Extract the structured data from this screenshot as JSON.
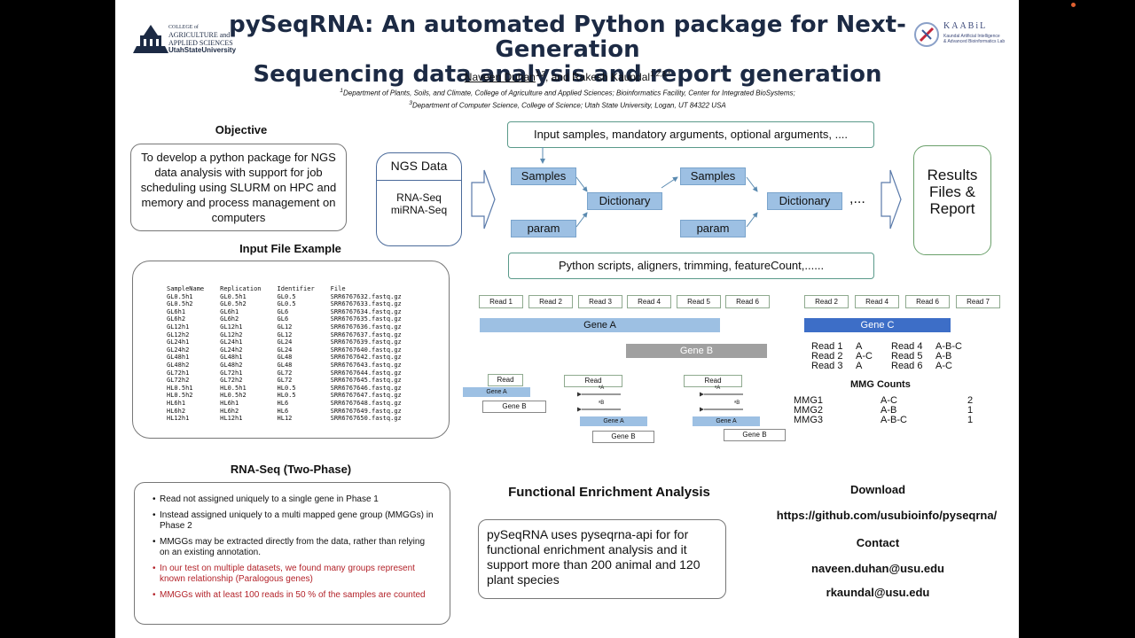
{
  "header": {
    "title_line1": "pySeqRNA: An automated Python package for Next-Generation",
    "title_line2": "Sequencing data analysis and report generation",
    "author1": "Naveen Duhan",
    "author1_sup": "1,2",
    "author_sep": ",  and Rakesh Kaundal",
    "author2_sup": "1,2,3,*",
    "affil_line1": "Department of Plants, Soils, and Climate, College of Agriculture and Applied Sciences; Bioinformatics Facility, Center for Integrated BioSystems;",
    "affil_line2": "Department of Computer Science, College of Science; Utah State University, Logan, UT 84322 USA",
    "logo_left_line1": "COLLEGE of",
    "logo_left_line2": "AGRICULTURE and",
    "logo_left_line3": "APPLIED SCIENCES",
    "logo_left_line4": "UtahStateUniversity",
    "logo_right_name": "KAABiL",
    "logo_right_sub1": "Kaundal Artificial Intelligence",
    "logo_right_sub2": "& Advanced Bioinformatics Lab"
  },
  "objective": {
    "heading": "Objective",
    "text": "To develop a python package for NGS data analysis with support for job scheduling using SLURM on HPC and memory and process management on computers"
  },
  "input_example": {
    "heading": "Input File Example",
    "columns": [
      "SampleName",
      "Replication",
      "Identifier",
      "File"
    ],
    "rows": [
      [
        "GL0.5h1",
        "GL0.5h1",
        "GL0.5",
        "SRR6767632.fastq.gz"
      ],
      [
        "GL0.5h2",
        "GL0.5h2",
        "GL0.5",
        "SRR6767633.fastq.gz"
      ],
      [
        "GL6h1",
        "GL6h1",
        "GL6",
        "SRR6767634.fastq.gz"
      ],
      [
        "GL6h2",
        "GL6h2",
        "GL6",
        "SRR6767635.fastq.gz"
      ],
      [
        "GL12h1",
        "GL12h1",
        "GL12",
        "SRR6767636.fastq.gz"
      ],
      [
        "GL12h2",
        "GL12h2",
        "GL12",
        "SRR6767637.fastq.gz"
      ],
      [
        "GL24h1",
        "GL24h1",
        "GL24",
        "SRR6767639.fastq.gz"
      ],
      [
        "GL24h2",
        "GL24h2",
        "GL24",
        "SRR6767640.fastq.gz"
      ],
      [
        "GL48h1",
        "GL48h1",
        "GL48",
        "SRR6767642.fastq.gz"
      ],
      [
        "GL48h2",
        "GL48h2",
        "GL48",
        "SRR6767643.fastq.gz"
      ],
      [
        "GL72h1",
        "GL72h1",
        "GL72",
        "SRR6767644.fastq.gz"
      ],
      [
        "GL72h2",
        "GL72h2",
        "GL72",
        "SRR6767645.fastq.gz"
      ],
      [
        "HL0.5h1",
        "HL0.5h1",
        "HL0.5",
        "SRR6767646.fastq.gz"
      ],
      [
        "HL0.5h2",
        "HL0.5h2",
        "HL0.5",
        "SRR6767647.fastq.gz"
      ],
      [
        "HL6h1",
        "HL6h1",
        "HL6",
        "SRR6767648.fastq.gz"
      ],
      [
        "HL6h2",
        "HL6h2",
        "HL6",
        "SRR6767649.fastq.gz"
      ],
      [
        "HL12h1",
        "HL12h1",
        "HL12",
        "SRR6767650.fastq.gz"
      ]
    ]
  },
  "rnaseq": {
    "heading": "RNA-Seq (Two-Phase)",
    "bullets": [
      {
        "text": "Read not assigned uniquely to a single gene in Phase 1",
        "red": false
      },
      {
        "text": "Instead assigned uniquely to a multi mapped gene group (MMGGs) in Phase 2",
        "red": false
      },
      {
        "text": "MMGGs may be extracted directly from the data, rather than relying on an existing annotation.",
        "red": false
      },
      {
        "text": "In our test on multiple datasets, we found many groups represent known relationship (Paralogous genes)",
        "red": true
      },
      {
        "text": "MMGGs with at least 100 reads in 50 % of the samples are counted",
        "red": true
      }
    ]
  },
  "pipeline": {
    "input_label": "Input samples, mandatory arguments, optional arguments, ....",
    "ngs_title": "NGS Data",
    "ngs_item1": "RNA-Seq",
    "ngs_item2": "miRNA-Seq",
    "samples1": "Samples",
    "param1": "param",
    "dict1": "Dictionary",
    "samples2": "Samples",
    "param2": "param",
    "dict2": "Dictionary",
    "ellipsis": ",...",
    "results": "Results Files & Report",
    "scripts_label": "Python scripts, aligners, trimming, featureCount,......"
  },
  "reads_diagram": {
    "reads_left": [
      "Read 1",
      "Read 2",
      "Read 3",
      "Read 4",
      "Read 5",
      "Read 6"
    ],
    "reads_right": [
      "Read 2",
      "Read 4",
      "Read 6",
      "Read 7"
    ],
    "gene_a": "Gene A",
    "gene_b": "Gene B",
    "gene_c": "Gene C",
    "mini_read": "Read",
    "mini_gene_a": "Gene A",
    "mini_gene_b": "Gene B",
    "mini_pa": "ᵃA",
    "mini_pb": "ᵃB",
    "assign": [
      [
        "Read 1",
        "A",
        "Read 4",
        "A-B-C"
      ],
      [
        "Read 2",
        "A-C",
        "Read 5",
        "A-B"
      ],
      [
        "Read 3",
        "A",
        "Read 6",
        "A-C"
      ]
    ],
    "mmg_heading": "MMG Counts",
    "mmg_rows": [
      [
        "MMG1",
        "A-C",
        "2"
      ],
      [
        "MMG2",
        "A-B",
        "1"
      ],
      [
        "MMG3",
        "A-B-C",
        "1"
      ]
    ]
  },
  "functional": {
    "heading": "Functional Enrichment Analysis",
    "text": "pySeqRNA uses pyseqrna-api for for functional enrichment analysis and it support more than 200 animal and 120 plant species"
  },
  "download": {
    "heading": "Download",
    "url": "https://github.com/usubioinfo/pyseqrna/",
    "contact_heading": "Contact",
    "email1": "naveen.duhan@usu.edu",
    "email2": "rkaundal@usu.edu"
  },
  "colors": {
    "gene_blue": "#9dc0e3",
    "gene_c_blue": "#3d6ec7",
    "gene_b_gray": "#a0a0a0",
    "red_text": "#b3232a"
  }
}
